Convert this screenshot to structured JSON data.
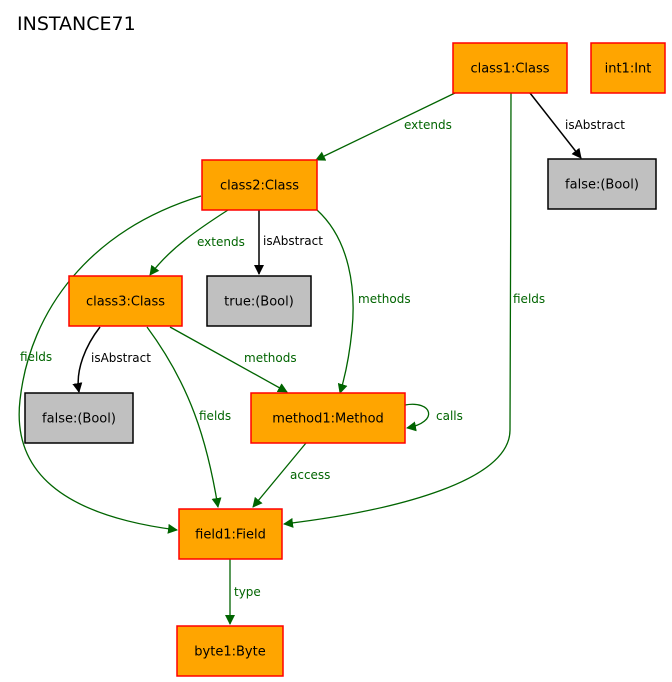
{
  "title": "INSTANCE71",
  "colors": {
    "object_fill": "#FFA500",
    "object_border": "#FF0000",
    "value_fill": "#C0C0C0",
    "value_border": "#000000",
    "field_edge": "#006400",
    "attribute_edge": "#000000"
  },
  "nodes": [
    {
      "id": "class1",
      "label": "class1:Class",
      "kind": "object"
    },
    {
      "id": "int1",
      "label": "int1:Int",
      "kind": "object"
    },
    {
      "id": "false1",
      "label": "false:(Bool)",
      "kind": "value"
    },
    {
      "id": "class2",
      "label": "class2:Class",
      "kind": "object"
    },
    {
      "id": "true1",
      "label": "true:(Bool)",
      "kind": "value"
    },
    {
      "id": "class3",
      "label": "class3:Class",
      "kind": "object"
    },
    {
      "id": "false2",
      "label": "false:(Bool)",
      "kind": "value"
    },
    {
      "id": "method1",
      "label": "method1:Method",
      "kind": "object"
    },
    {
      "id": "field1",
      "label": "field1:Field",
      "kind": "object"
    },
    {
      "id": "byte1",
      "label": "byte1:Byte",
      "kind": "object"
    }
  ],
  "edges": [
    {
      "id": "e1",
      "from": "class1",
      "to": "class2",
      "label": "extends",
      "kind": "field"
    },
    {
      "id": "e2",
      "from": "class1",
      "to": "false1",
      "label": "isAbstract",
      "kind": "attribute"
    },
    {
      "id": "e3",
      "from": "class1",
      "to": "field1",
      "label": "fields",
      "kind": "field"
    },
    {
      "id": "e4",
      "from": "class2",
      "to": "class3",
      "label": "extends",
      "kind": "field"
    },
    {
      "id": "e5",
      "from": "class2",
      "to": "true1",
      "label": "isAbstract",
      "kind": "attribute"
    },
    {
      "id": "e6",
      "from": "class2",
      "to": "method1",
      "label": "methods",
      "kind": "field"
    },
    {
      "id": "e7",
      "from": "class2",
      "to": "field1",
      "label": "fields",
      "kind": "field"
    },
    {
      "id": "e8",
      "from": "class3",
      "to": "false2",
      "label": "isAbstract",
      "kind": "attribute"
    },
    {
      "id": "e9",
      "from": "class3",
      "to": "method1",
      "label": "methods",
      "kind": "field"
    },
    {
      "id": "e10",
      "from": "class3",
      "to": "field1",
      "label": "fields",
      "kind": "field"
    },
    {
      "id": "e11",
      "from": "method1",
      "to": "method1",
      "label": "calls",
      "kind": "field"
    },
    {
      "id": "e12",
      "from": "method1",
      "to": "field1",
      "label": "access",
      "kind": "field"
    },
    {
      "id": "e13",
      "from": "field1",
      "to": "byte1",
      "label": "type",
      "kind": "field"
    }
  ]
}
